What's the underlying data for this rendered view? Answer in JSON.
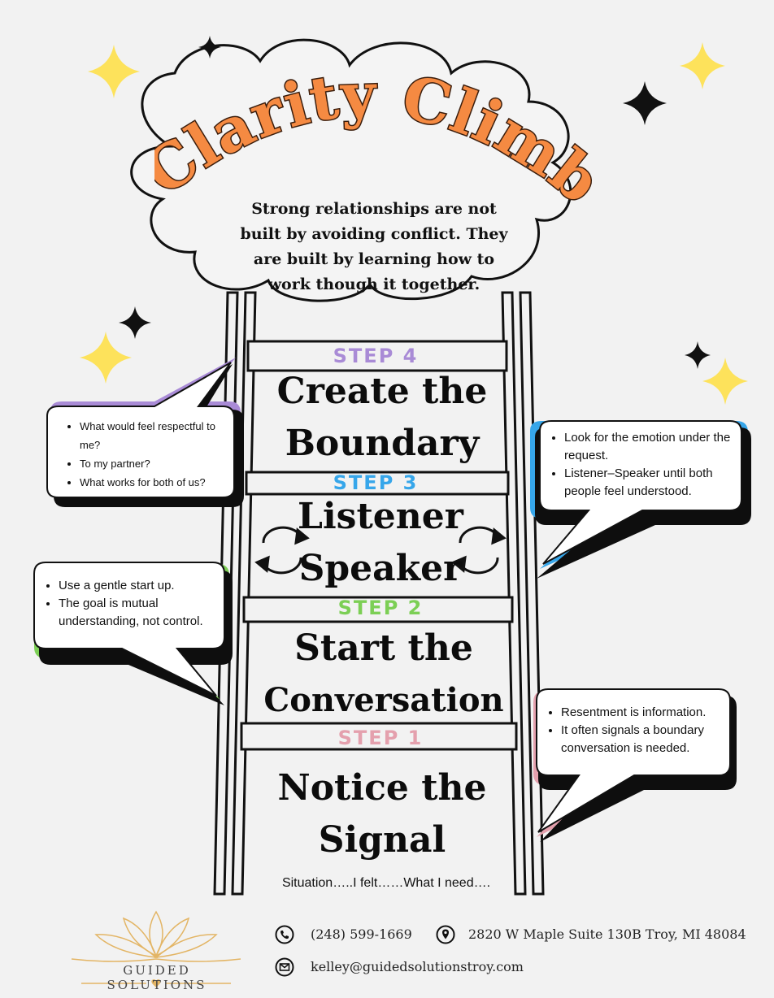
{
  "title": "Clarity Climb",
  "intro": "Strong relationships are not built by avoiding conflict. They are built by learning how to work though it together.",
  "steps": [
    {
      "tag": "STEP 4",
      "title_line1": "Create the",
      "title_line2": "Boundary",
      "color": "#a98bd6"
    },
    {
      "tag": "STEP 3",
      "title_line1": "Listener",
      "title_line2": "Speaker",
      "color": "#36a6ea"
    },
    {
      "tag": "STEP 2",
      "title_line1": "Start the",
      "title_line2": "Conversation",
      "color": "#7ccf55"
    },
    {
      "tag": "STEP 1",
      "title_line1": "Notice the",
      "title_line2": "Signal",
      "color": "#e4a0ad"
    }
  ],
  "bubbles": {
    "step4": {
      "items": [
        "What would feel respectful to me?",
        "To my partner?",
        "What works for both of us?"
      ]
    },
    "step3": {
      "items": [
        "Look for the emotion under the request.",
        "Listener–Speaker until both people feel understood."
      ]
    },
    "step2": {
      "items": [
        "Use a gentle start up.",
        "The goal is mutual understanding, not control."
      ]
    },
    "step1": {
      "items": [
        "Resentment is information.",
        "It often signals a boundary conversation  is needed."
      ]
    }
  },
  "bottom_prompt": "Situation…..I  felt……What I need….",
  "footer": {
    "brand": "GUIDED SOLUTIONS",
    "phone": "(248) 599-1669",
    "address": "2820 W Maple Suite 130B Troy, MI 48084",
    "email": "kelley@guidedsolutionstroy.com",
    "icons": [
      "phone-icon",
      "location-icon",
      "email-icon"
    ]
  },
  "colors": {
    "title_orange": "#f58a42",
    "title_outline": "#3a1d0c",
    "sparkle_yellow": "#fde25b",
    "logo_gold": "#e3b565"
  }
}
